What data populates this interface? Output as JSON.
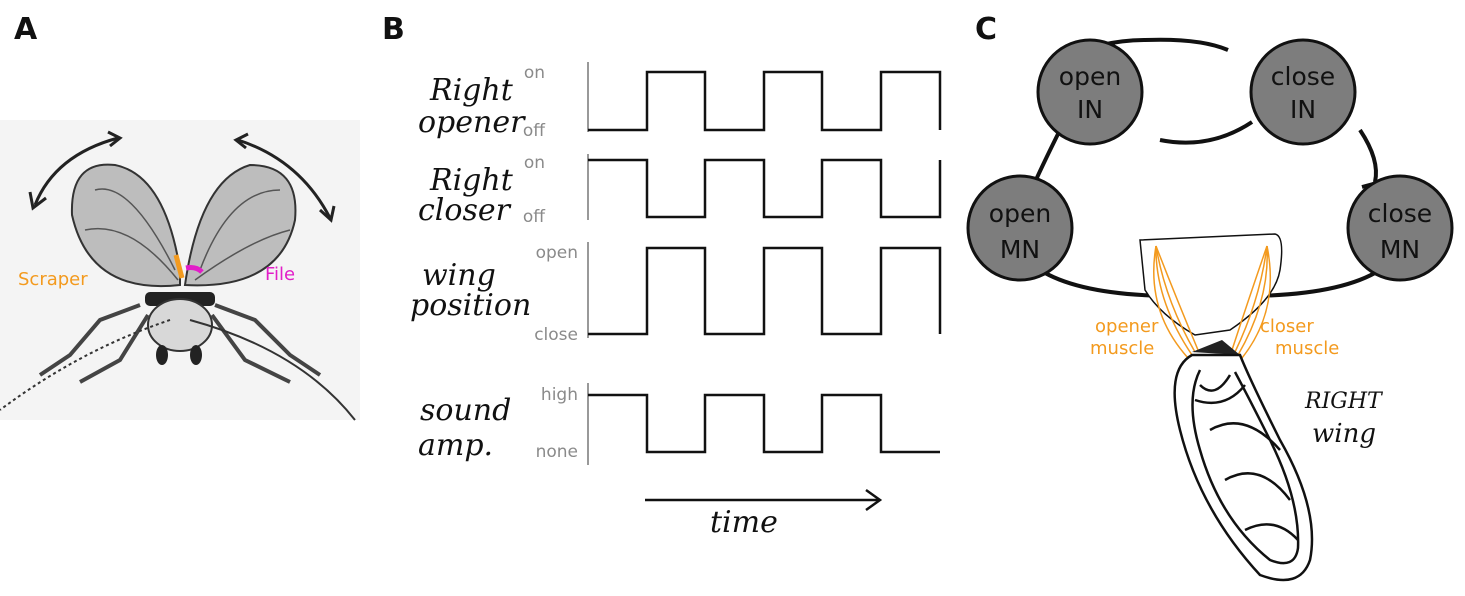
{
  "panels": {
    "a": "A",
    "b": "B",
    "c": "C"
  },
  "panel_a": {
    "scraper_label": "Scraper",
    "file_label": "File"
  },
  "panel_b": {
    "rows": [
      {
        "title_line1": "Right",
        "title_line2": "opener",
        "high": "on",
        "low": "off"
      },
      {
        "title_line1": "Right",
        "title_line2": "closer",
        "high": "on",
        "low": "off"
      },
      {
        "title_line1": "wing",
        "title_line2": "position",
        "high": "open",
        "low": "close"
      },
      {
        "title_line1": "sound",
        "title_line2": "amp.",
        "high": "high",
        "low": "none"
      }
    ],
    "time_label": "time"
  },
  "panel_c": {
    "open_in": [
      "open",
      "IN"
    ],
    "close_in": [
      "close",
      "IN"
    ],
    "open_mn": [
      "open",
      "MN"
    ],
    "close_mn": [
      "close",
      "MN"
    ],
    "opener_muscle": [
      "opener",
      "muscle"
    ],
    "closer_muscle": [
      "closer",
      "muscle"
    ],
    "right_wing": [
      "RIGHT",
      "wing"
    ]
  },
  "colors": {
    "neuron_fill": "#7d7d7d",
    "muscle": "#f39a1e",
    "file": "#e21ec8",
    "axis_tick": "#8a8a8a"
  }
}
